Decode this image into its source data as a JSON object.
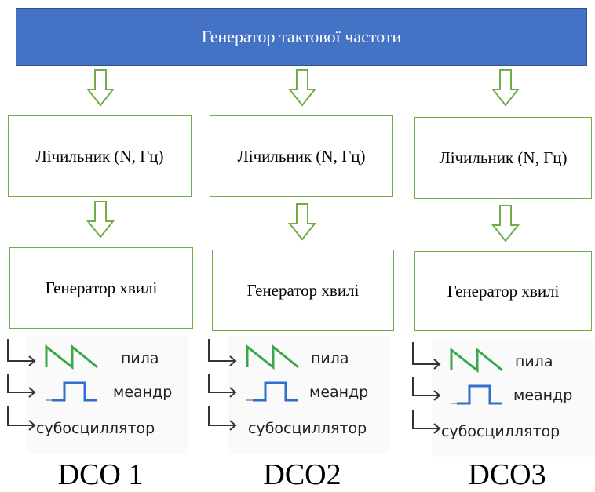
{
  "header": {
    "title": "Генератор тактової частоти",
    "color": "#4472c4"
  },
  "columns": [
    {
      "counter": "Лічильник (N, Гц)",
      "generator": "Генератор хвилі",
      "waves": [
        "пила",
        "меандр",
        "субосциллятор"
      ],
      "label": "DCO 1"
    },
    {
      "counter": "Лічильник (N, Гц)",
      "generator": "Генератор хвилі",
      "waves": [
        "пила",
        "меандр",
        "субосциллятор"
      ],
      "label": "DCO2"
    },
    {
      "counter": "Лічильник (N, Гц)",
      "generator": "Генератор хвилі",
      "waves": [
        "пила",
        "меандр",
        "субосциллятор"
      ],
      "label": "DCO3"
    }
  ],
  "colors": {
    "box_border": "#70ad47",
    "saw": "#3aa84a",
    "square": "#2f6fd0"
  },
  "icons": {
    "flow": "down-arrow-icon",
    "branch": "branch-arrow-icon",
    "saw": "sawtooth-wave-icon",
    "square": "square-wave-icon"
  }
}
